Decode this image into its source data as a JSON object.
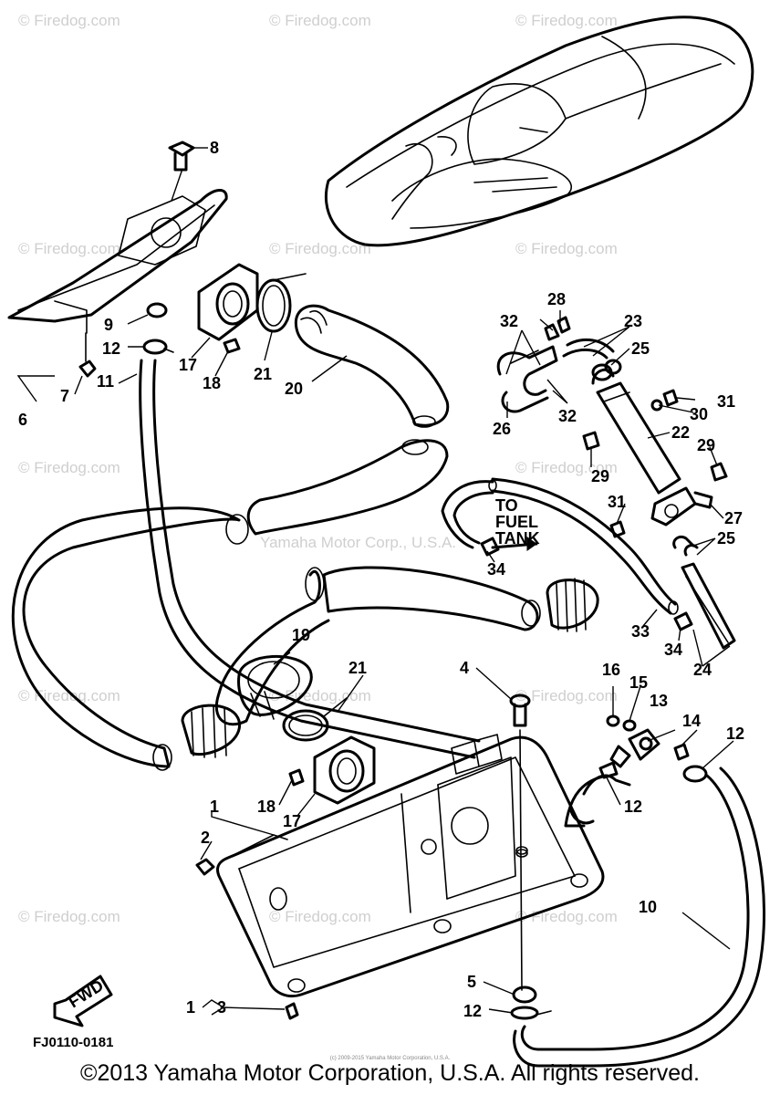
{
  "watermark": "© Firedog.com",
  "center_watermark": "Yamaha Motor Corp., U.S.A.",
  "fwd_label": "FWD",
  "fuel_tank_label": [
    "TO",
    "FUEL",
    "TANK"
  ],
  "diagram_code": "FJ0110-0181",
  "small_print": "(c) 2009-2015 Yamaha Motor Corporation, U.S.A.",
  "copyright": "©2013 Yamaha Motor Corporation, U.S.A. All rights reserved.",
  "callouts": [
    "1",
    "2",
    "3",
    "4",
    "5",
    "6",
    "7",
    "8",
    "9",
    "10",
    "11",
    "12",
    "13",
    "14",
    "15",
    "16",
    "17",
    "18",
    "19",
    "20",
    "21",
    "22",
    "23",
    "24",
    "25",
    "26",
    "27",
    "28",
    "29",
    "30",
    "31",
    "32",
    "33",
    "34"
  ],
  "colors": {
    "line": "#000000",
    "watermark": "#cfcfcf",
    "background": "#ffffff"
  }
}
